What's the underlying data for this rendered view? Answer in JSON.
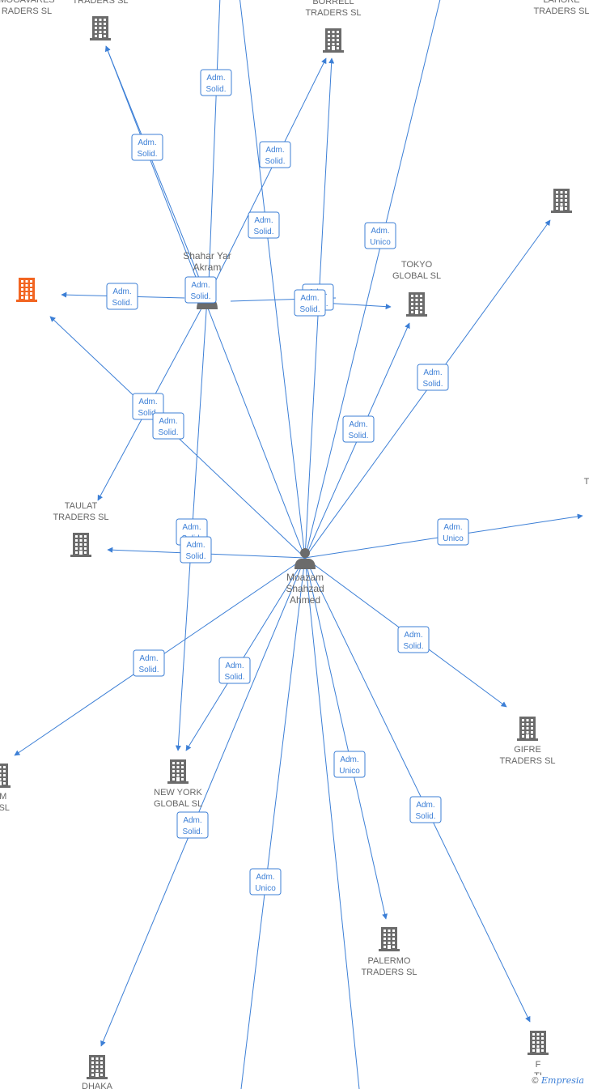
{
  "colors": {
    "edge": "#3c7fd6",
    "building": "#6b6b6b",
    "highlight": "#f26522",
    "label": "#666666"
  },
  "nodes": [
    {
      "id": "n_traders_top",
      "kind": "building",
      "lines": [
        "TRADERS SL"
      ]
    },
    {
      "id": "n_borrell",
      "kind": "building",
      "lines": [
        "BORRELL",
        "TRADERS SL"
      ]
    },
    {
      "id": "n_lahore",
      "kind": "building",
      "lines": [
        "LAHORE",
        "TRADERS SL"
      ]
    },
    {
      "id": "n_mogavares",
      "kind": "building",
      "highlight": true,
      "lines": [
        "MOGAVARES",
        "RADERS SL"
      ]
    },
    {
      "id": "n_shahar",
      "kind": "person",
      "lines": [
        "Shahar Yar",
        "Akram"
      ]
    },
    {
      "id": "n_tokyo",
      "kind": "building",
      "lines": [
        "TOKYO",
        "GLOBAL SL"
      ]
    },
    {
      "id": "n_taulat",
      "kind": "building",
      "lines": [
        "TAULAT",
        "TRADERS SL"
      ]
    },
    {
      "id": "n_t_right",
      "kind": "label-only",
      "lines": [
        "T"
      ]
    },
    {
      "id": "n_moazam",
      "kind": "person",
      "lines": [
        "Moazam",
        "Shahzad",
        "Ahmed"
      ]
    },
    {
      "id": "n_gifre",
      "kind": "building",
      "lines": [
        "GIFRE",
        "TRADERS SL"
      ]
    },
    {
      "id": "n_am",
      "kind": "building",
      "lines": [
        "AM",
        "S SL"
      ]
    },
    {
      "id": "n_newyork",
      "kind": "building",
      "lines": [
        "NEW YORK",
        "GLOBAL SL"
      ]
    },
    {
      "id": "n_palermo",
      "kind": "building",
      "lines": [
        "PALERMO",
        "TRADERS SL"
      ]
    },
    {
      "id": "n_dhaka",
      "kind": "building",
      "lines": [
        "DHAKA"
      ]
    },
    {
      "id": "n_bottom_right",
      "kind": "building",
      "lines": [
        "F",
        "TI"
      ]
    }
  ],
  "edge_labels": [
    {
      "lines": [
        "Adm.",
        "Solid."
      ]
    },
    {
      "lines": [
        "Adm.",
        "Solid."
      ]
    },
    {
      "lines": [
        "Adm.",
        "Solid."
      ]
    },
    {
      "lines": [
        "Adm.",
        "Solid."
      ]
    },
    {
      "lines": [
        "Adm.",
        "Unico"
      ]
    },
    {
      "lines": [
        "Adm.",
        "Solid."
      ]
    },
    {
      "lines": [
        "Adm.",
        "Solid."
      ]
    },
    {
      "lines": [
        "Adm.",
        "Solid."
      ]
    },
    {
      "lines": [
        "Adm.",
        "Solid."
      ]
    },
    {
      "lines": [
        "Adm.",
        "Solid."
      ]
    },
    {
      "lines": [
        "Adm.",
        "Solid."
      ]
    },
    {
      "lines": [
        "Adm.",
        "Solid."
      ]
    },
    {
      "lines": [
        "Adm.",
        "Solid."
      ]
    },
    {
      "lines": [
        "Adm.",
        "Solid."
      ]
    },
    {
      "lines": [
        "Adm.",
        "Solid."
      ]
    },
    {
      "lines": [
        "Adm.",
        "Unico"
      ]
    },
    {
      "lines": [
        "Adm.",
        "Solid."
      ]
    },
    {
      "lines": [
        "Adm.",
        "Solid."
      ]
    },
    {
      "lines": [
        "Adm.",
        "Solid."
      ]
    },
    {
      "lines": [
        "Adm.",
        "Unico"
      ]
    },
    {
      "lines": [
        "Adm.",
        "Solid."
      ]
    },
    {
      "lines": [
        "Adm.",
        "Solid."
      ]
    },
    {
      "lines": [
        "Adm.",
        "Unico"
      ]
    }
  ],
  "footer": {
    "copyright": "©",
    "brand": "Empresia"
  }
}
